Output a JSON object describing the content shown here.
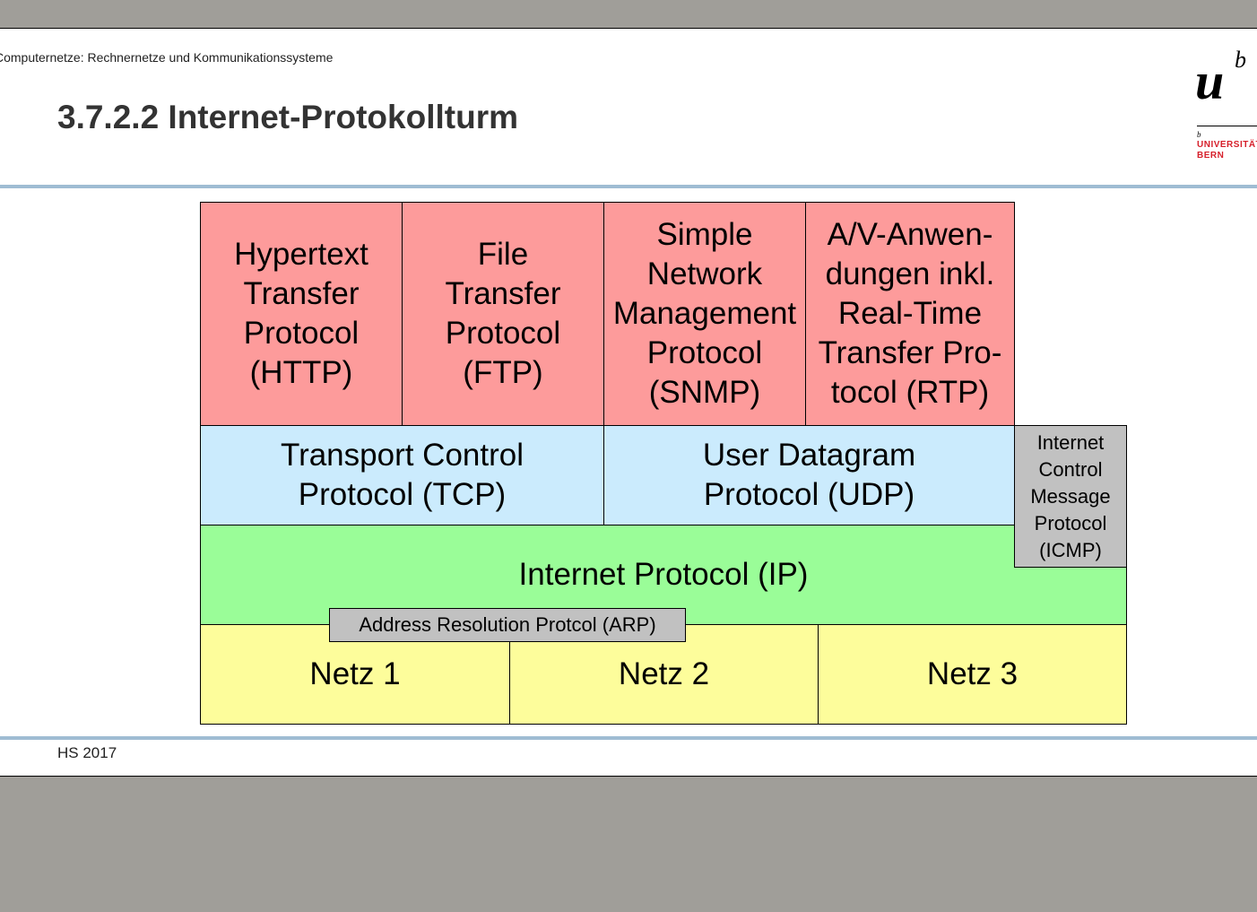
{
  "header": {
    "course": "Computernetze: Rechnernetze und Kommunikationssysteme",
    "title": "3.7.2.2 Internet-Protokollturm"
  },
  "logo": {
    "u": "u",
    "b": "b",
    "b_small": "b",
    "line1": "UNIVERSITÄT",
    "line2": "BERN"
  },
  "footer": {
    "term": "HS 2017"
  },
  "diagram": {
    "application": [
      "Hypertext\nTransfer\nProtocol\n(HTTP)",
      "File\nTransfer\nProtocol\n(FTP)",
      "Simple\nNetwork\nManagement\nProtocol\n(SNMP)",
      "A/V-Anwen-\ndungen inkl.\nReal-Time\nTransfer Pro-\ntocol (RTP)"
    ],
    "transport": [
      "Transport Control\nProtocol (TCP)",
      "User Datagram\nProtocol (UDP)"
    ],
    "icmp": "Internet\nControl\nMessage\nProtocol\n(ICMP)",
    "network": "Internet Protocol (IP)",
    "arp": "Address Resolution Protcol (ARP)",
    "links": [
      "Netz 1",
      "Netz 2",
      "Netz 3"
    ],
    "colors": {
      "application": "#fd9b9b",
      "transport": "#cbebfd",
      "network": "#9afd98",
      "link": "#fdfd9b",
      "gray": "#c1c1c1"
    }
  }
}
